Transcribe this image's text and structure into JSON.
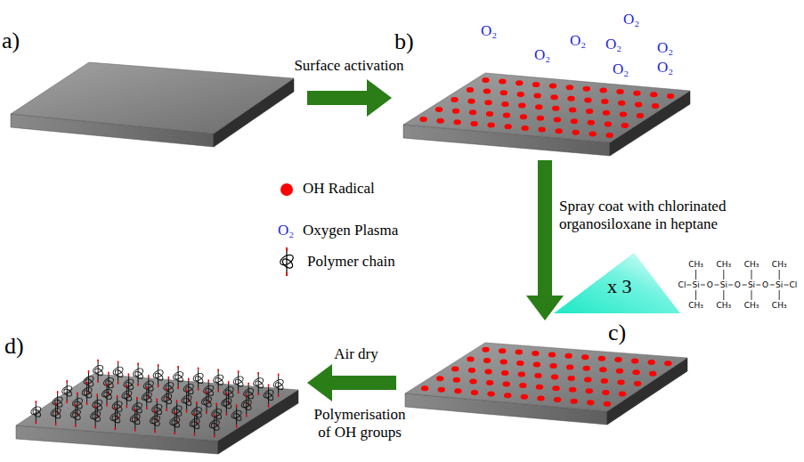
{
  "diagram": {
    "nodes": [
      {
        "text": [
          "a)"
        ]
      },
      {
        "text": [
          "b)"
        ]
      },
      {
        "text": [
          "c)"
        ]
      },
      {
        "text": [
          "d)"
        ]
      }
    ],
    "edges": [
      {
        "from": 0,
        "to": 1,
        "arrow": "to",
        "label": "Surface activation"
      },
      {
        "from": 1,
        "to": 2,
        "arrow": "to",
        "label": "Spray coat with chlorinated organosiloxane in heptane"
      },
      {
        "from": 2,
        "to": 3,
        "arrow": "to",
        "label": "Air dry"
      }
    ],
    "labels": [
      "O₂",
      "O₂",
      "O₂",
      "O₂",
      "O₂",
      "O₂",
      "O₂",
      "O₂",
      "O₂",
      "x 3",
      "Cl",
      "Si",
      "O",
      "Si",
      "O",
      "Si",
      "O",
      "Si",
      "Cl",
      "CH₃",
      "CH₃",
      "CH₃",
      "CH₃",
      "CH₃",
      "CH₃",
      "CH₃",
      "CH₃",
      "Polymerisation of OH groups"
    ],
    "legend": [
      {
        "text": "OH Radical",
        "color": "#ff0000"
      },
      {
        "text": "Oxygen Plasma"
      },
      {
        "text": "Polymer chain"
      }
    ]
  }
}
